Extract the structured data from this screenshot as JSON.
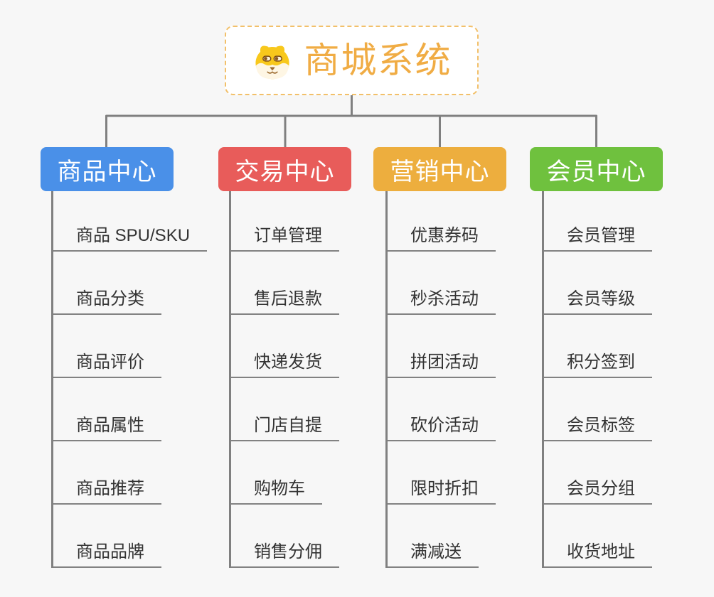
{
  "root": {
    "title": "商城系统",
    "icon": "dog-icon"
  },
  "colors": {
    "background": "#f7f7f7",
    "connector": "#808080",
    "underline": "#828282",
    "root_border": "#f2c06a",
    "root_text": "#f0ac44",
    "child_text": "#333333",
    "branch_blue": "#4a90e8",
    "branch_red": "#e85c5a",
    "branch_orange": "#edae3e",
    "branch_green": "#6fc13e"
  },
  "branches": [
    {
      "label": "商品中心",
      "color": "#4a90e8",
      "children": [
        "商品 SPU/SKU",
        "商品分类",
        "商品评价",
        "商品属性",
        "商品推荐",
        "商品品牌"
      ]
    },
    {
      "label": "交易中心",
      "color": "#e85c5a",
      "children": [
        "订单管理",
        "售后退款",
        "快递发货",
        "门店自提",
        "购物车",
        "销售分佣"
      ]
    },
    {
      "label": "营销中心",
      "color": "#edae3e",
      "children": [
        "优惠券码",
        "秒杀活动",
        "拼团活动",
        "砍价活动",
        "限时折扣",
        "满减送"
      ]
    },
    {
      "label": "会员中心",
      "color": "#6fc13e",
      "children": [
        "会员管理",
        "会员等级",
        "积分签到",
        "会员标签",
        "会员分组",
        "收货地址"
      ]
    }
  ]
}
